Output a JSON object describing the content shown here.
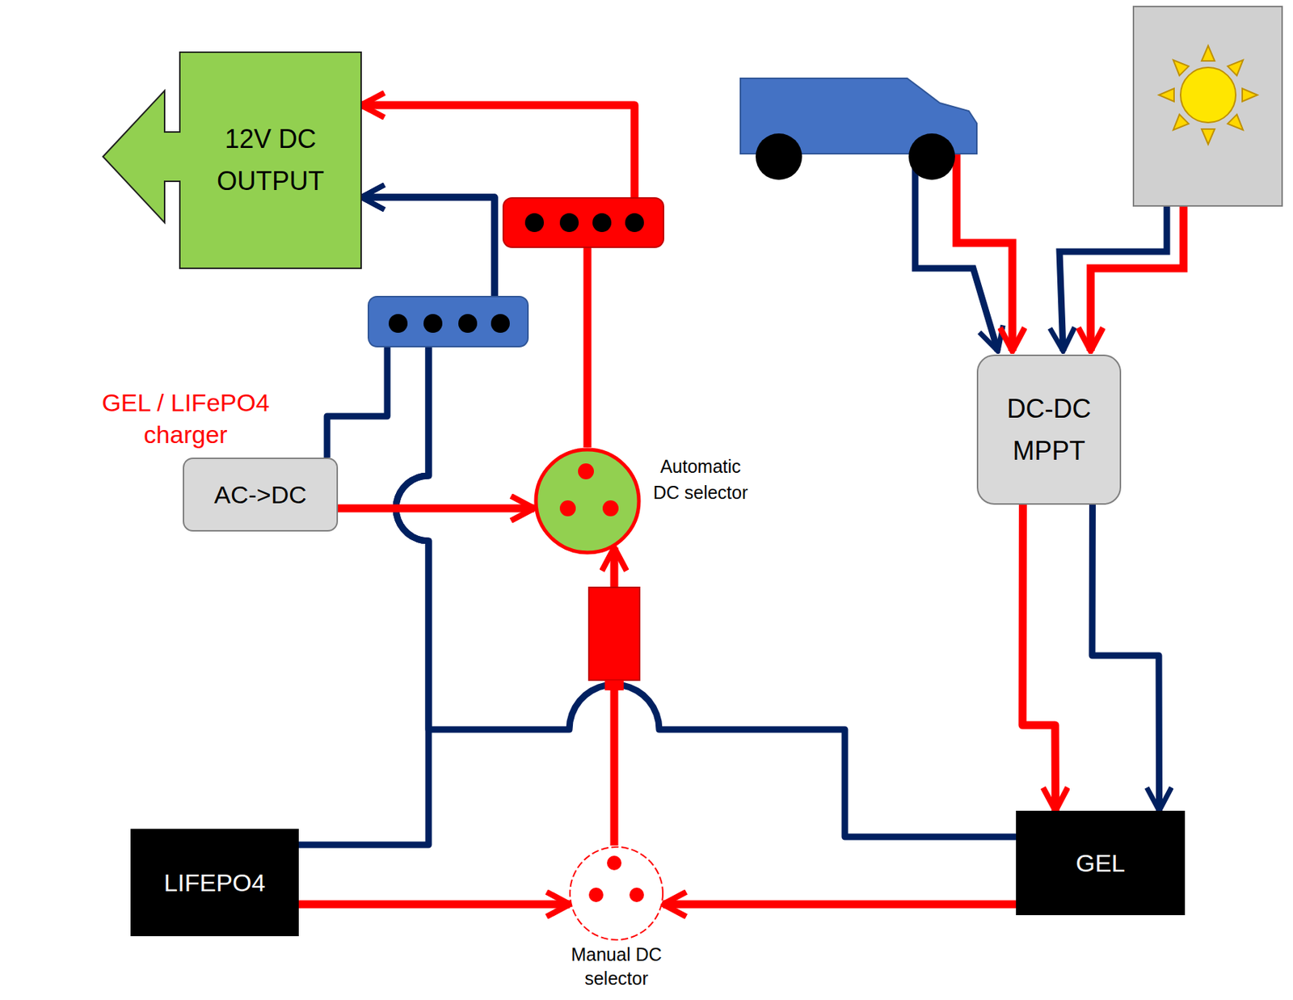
{
  "diagram": {
    "nodes": [
      {
        "text": [
          "12V DC OUTPUT"
        ]
      },
      {
        "text": [
          "GEL / LIFePO4 charger"
        ]
      },
      {
        "text": [
          "AC->DC"
        ],
        "in": 1
      },
      {
        "text": [
          "Automatic DC selector"
        ]
      },
      {
        "text": [
          "DC-DC MPPT"
        ]
      },
      {
        "text": [
          "LIFEPO4"
        ]
      },
      {
        "text": [
          "GEL"
        ]
      },
      {
        "text": [
          "Manual DC selector"
        ]
      }
    ],
    "edges": [
      {
        "from": 3,
        "to": 0,
        "arrow": "to"
      },
      {
        "from": 2,
        "to": 0,
        "arrow": "to"
      },
      {
        "from": 5,
        "to": 0,
        "arrow": "to"
      },
      {
        "from": 6,
        "to": 0,
        "arrow": "to"
      },
      {
        "from": 4,
        "to": 6,
        "arrow": "to"
      },
      {
        "from": 4,
        "to": 6,
        "arrow": "to"
      },
      {
        "from": 2,
        "to": 3,
        "arrow": "to"
      },
      {
        "from": 7,
        "to": 3,
        "arrow": "to"
      },
      {
        "from": 5,
        "to": 7,
        "arrow": "to"
      },
      {
        "from": 6,
        "to": 7,
        "arrow": "to"
      }
    ]
  }
}
